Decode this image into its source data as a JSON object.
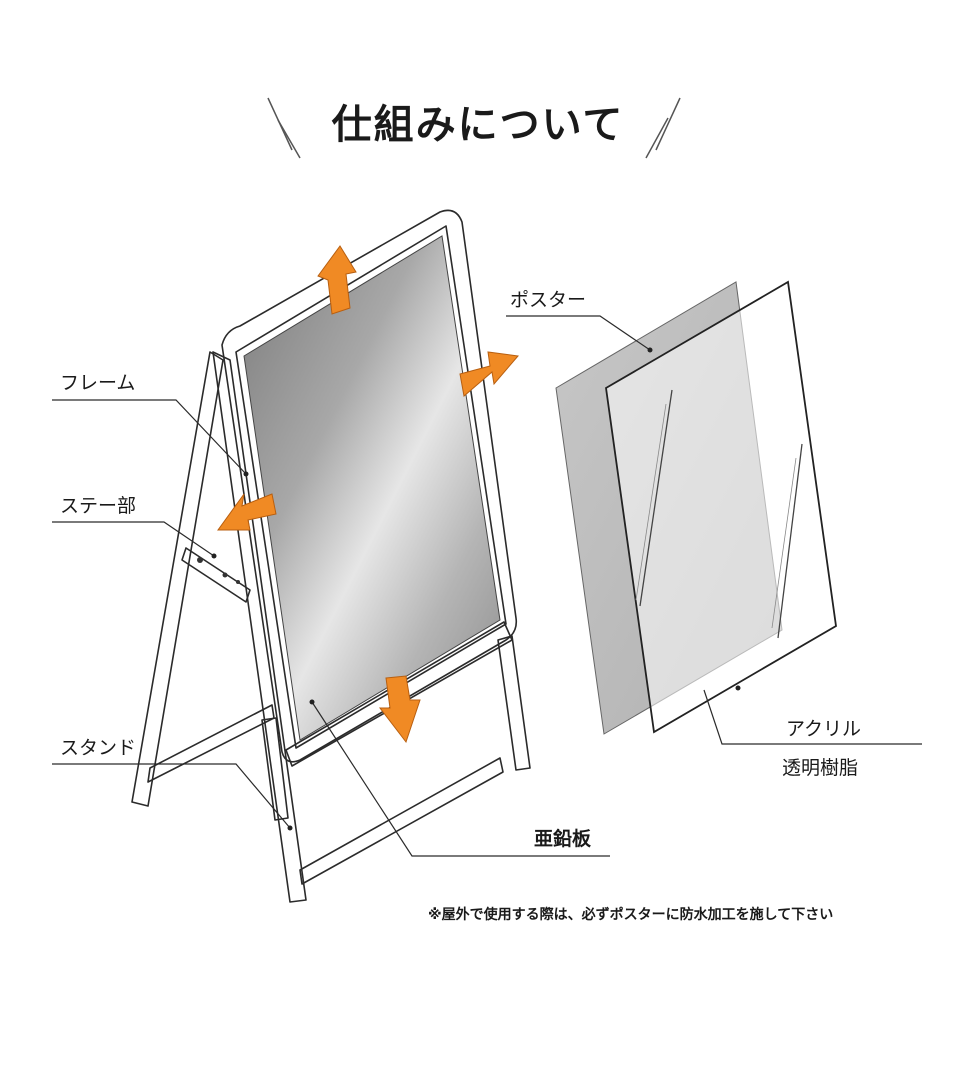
{
  "title": "仕組みについて",
  "labels": {
    "frame": "フレーム",
    "stay": "ステー部",
    "stand": "スタンド",
    "poster": "ポスター",
    "acrylic": "アクリル",
    "acrylic_sub": "透明樹脂",
    "zinc_plate": "亜鉛板"
  },
  "note": "※屋外で使用する際は、必ずポスターに防水加工を施して下さい",
  "colors": {
    "arrow": "#f08a24",
    "line": "#2b2b2b",
    "panel_gray": "#8f8f8f"
  },
  "icons": [
    "arrow-up-icon",
    "arrow-right-icon",
    "arrow-left-icon",
    "arrow-down-icon"
  ]
}
